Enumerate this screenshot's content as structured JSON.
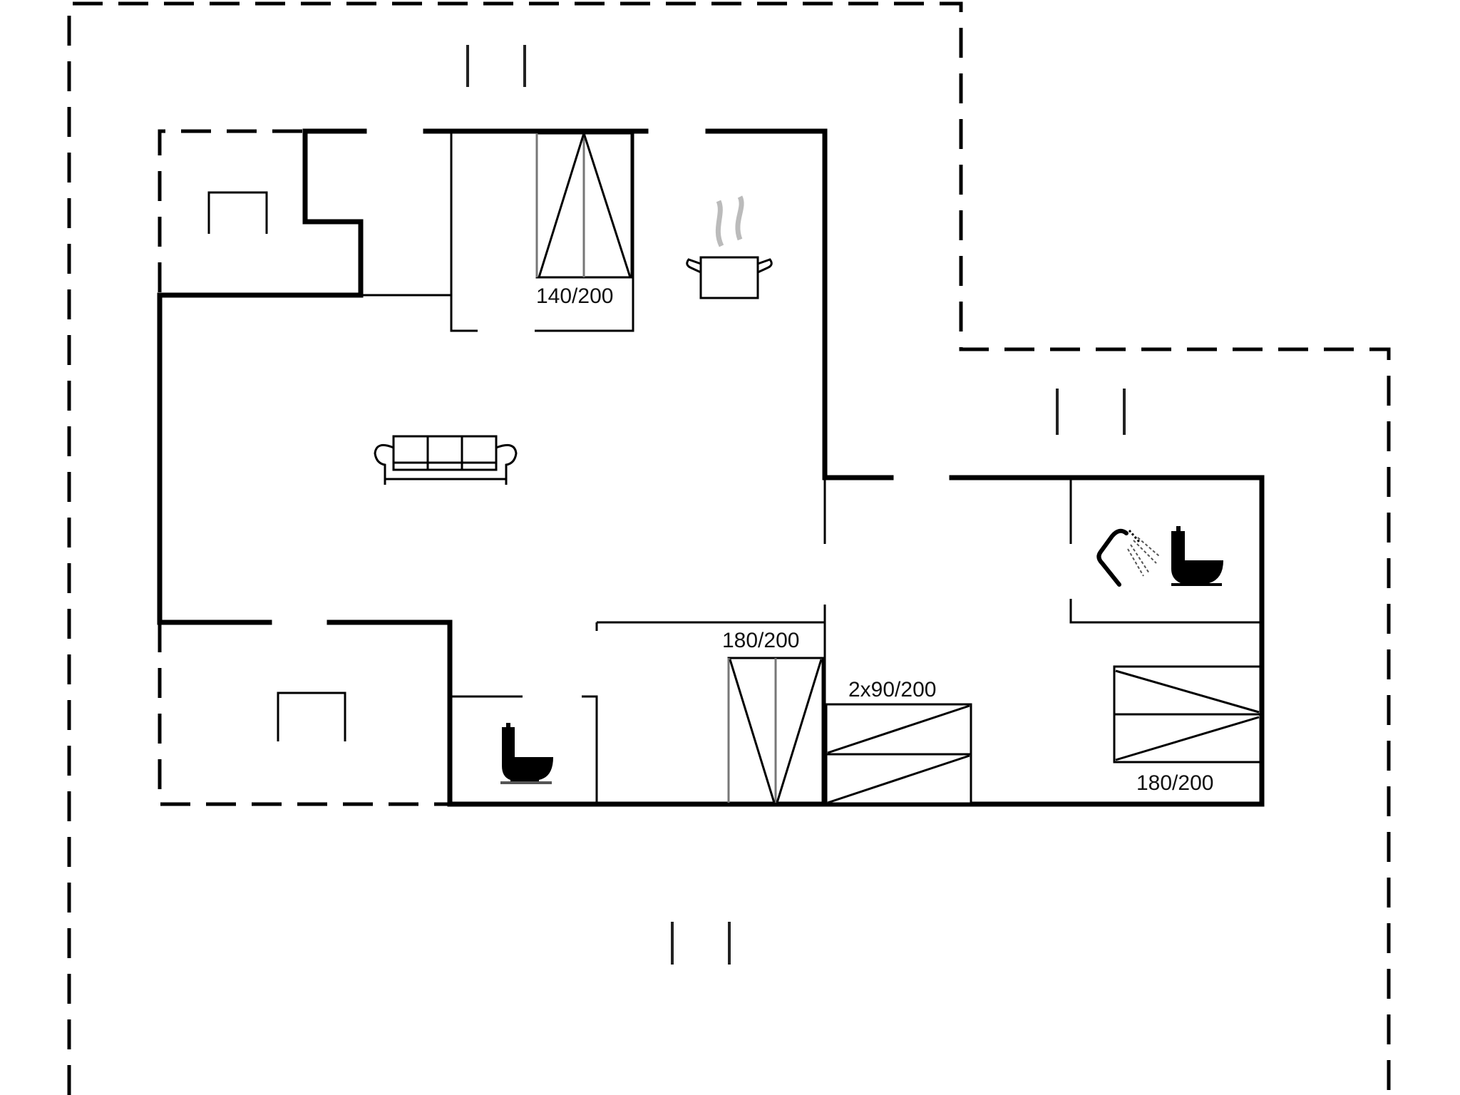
{
  "plan": {
    "type": "floor-plan",
    "beds": [
      {
        "id": "bed-1",
        "label": "140/200",
        "room": "bedroom-north"
      },
      {
        "id": "bed-2",
        "label": "180/200",
        "room": "bedroom-south-middle"
      },
      {
        "id": "bed-3",
        "label": "2x90/200",
        "room": "bedroom-south-bunk"
      },
      {
        "id": "bed-4",
        "label": "180/200",
        "room": "bedroom-east"
      }
    ],
    "symbols": [
      {
        "id": "kitchen",
        "icon": "cooking-pot-icon"
      },
      {
        "id": "living",
        "icon": "sofa-icon"
      },
      {
        "id": "wc-small",
        "icon": "toilet-icon"
      },
      {
        "id": "bathroom",
        "icons": [
          "shower-icon",
          "toilet-icon"
        ]
      },
      {
        "id": "terrace-nw",
        "icon": "table-icon"
      },
      {
        "id": "terrace-sw",
        "icon": "table-icon"
      }
    ],
    "colors": {
      "wall": "#000000",
      "furniture_line": "#777777",
      "steam": "#bbbbbb"
    }
  }
}
